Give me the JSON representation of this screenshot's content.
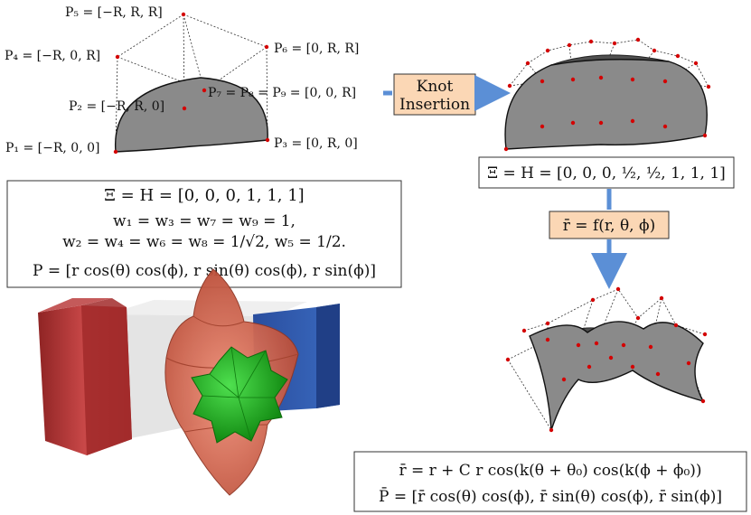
{
  "control_points": {
    "p5": "P₅ = [−R, R, R]",
    "p4": "P₄ = [−R, 0, R]",
    "p6": "P₆ = [0, R, R]",
    "p2": "P₂ = [−R, R, 0]",
    "p789": "P₇ = P₈ = P₉ = [0, 0, R]",
    "p1": "P₁ = [−R, 0, 0]",
    "p3": "P₃ = [0, R, 0]"
  },
  "knot_box": {
    "line1": "Knot",
    "line2": "Insertion"
  },
  "refined_knots": "Ξ = H = [0, 0, 0, ½, ½, 1, 1, 1]",
  "mapping_box": "r̄ = f(r, θ, ϕ)",
  "equations_left": {
    "line1": "Ξ   =   H   =   [0, 0, 0, 1, 1, 1]",
    "line2": "w₁  =  w₃  =  w₇  =  w₉  =  1,",
    "line3": "w₂ = w₄ = w₆ = w₈ = 1/√2, w₅ = 1/2.",
    "line4": "P  =  [r cos(θ) cos(ϕ), r sin(θ) cos(ϕ), r sin(ϕ)]"
  },
  "equations_right": {
    "line1": "r̄  =  r + C r cos(k(θ + θ₀) cos(k(ϕ + ϕ₀))",
    "line2": "P̄  =  [r̄ cos(θ) cos(ϕ), r̄ sin(θ) cos(ϕ), r̄ sin(ϕ)]"
  },
  "colors": {
    "surface": "#8a8a8a",
    "surface_dark": "#5c5c5c",
    "control_point": "#d40000",
    "arrow": "#5b8fd6",
    "box_fill": "#fbd7b5",
    "red_block": "#b33232",
    "blue_block": "#2d55a8",
    "orange_body": "#e8735a",
    "green_core": "#1fb51f"
  }
}
